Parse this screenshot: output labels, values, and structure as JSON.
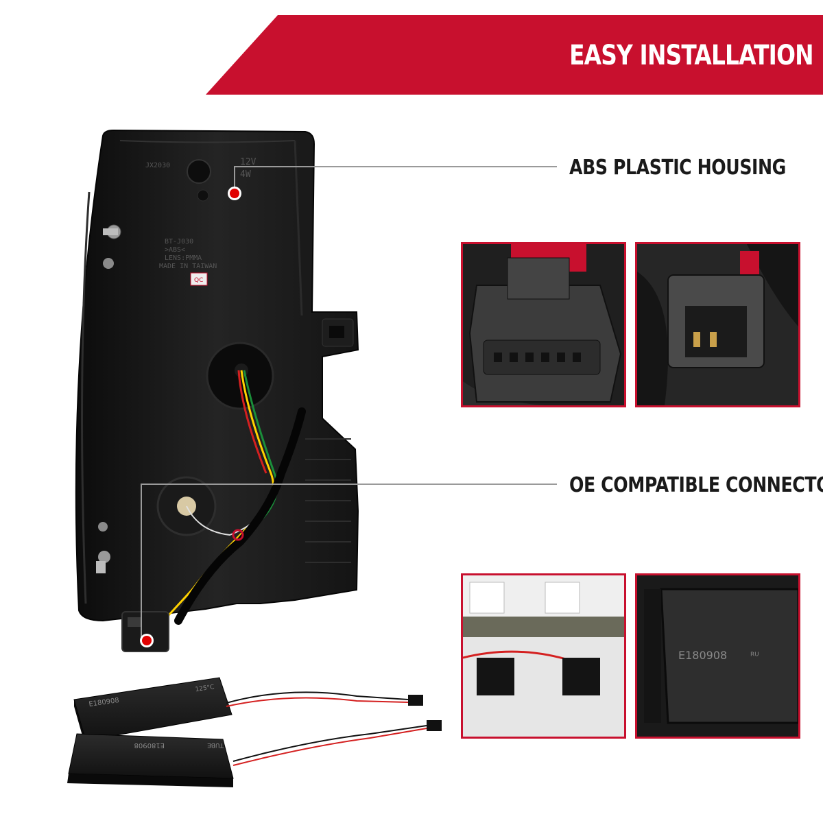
{
  "banner": {
    "title": "EASY INSTALLATION"
  },
  "callouts": {
    "housing": "ABS PLASTIC HOUSING",
    "connector": "OE COMPATIBLE CONNECTOR"
  },
  "product_markings": {
    "housing_code": "BT-J030",
    "material_1": ">ABS<",
    "material_2": "LENS:PMMA",
    "origin": "MADE IN TAIWAN",
    "voltage_1": "12V",
    "voltage_2": "4W",
    "part_id": "JX2030",
    "qc": "QC",
    "resistor_code": "E180908",
    "resistor_temp": "125°C",
    "resistor_tube": "TUBE"
  },
  "colors": {
    "accent_red": "#c8102e",
    "banner_dark": "#1b1b1b",
    "housing_black": "#151515"
  },
  "icons": {
    "callout_dot": "red-dot-marker",
    "ul_mark": "ul-recognized-mark"
  }
}
